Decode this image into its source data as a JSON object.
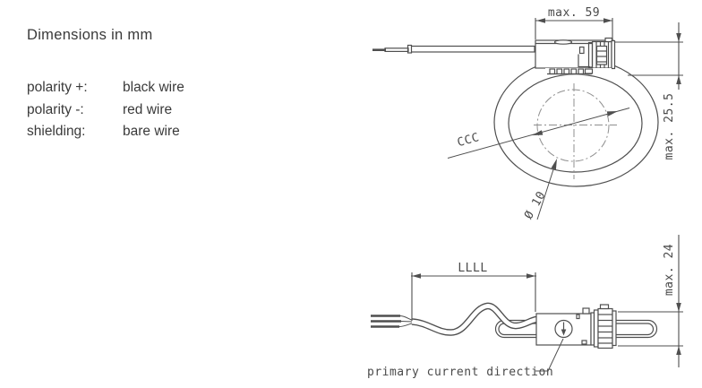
{
  "panel": {
    "title": "Dimensions in mm",
    "rows": [
      {
        "label": "polarity +:",
        "value": "black wire"
      },
      {
        "label": "polarity -:",
        "value": "red wire"
      },
      {
        "label": "shielding:",
        "value": "bare wire"
      }
    ]
  },
  "top_view": {
    "width_dim": "max. 59",
    "height_dim": "max. 25.5",
    "outer_dia_dim": "CCC",
    "aperture_dia_dim": "Ø 10"
  },
  "side_view": {
    "lead_length_dim": "LLLL",
    "height_dim": "max. 24",
    "current_note": "primary current direction"
  },
  "colors": {
    "line": "#4f4f4f",
    "centerline": "#8f8f8f",
    "text": "#3a3a3a",
    "background": "#ffffff"
  }
}
